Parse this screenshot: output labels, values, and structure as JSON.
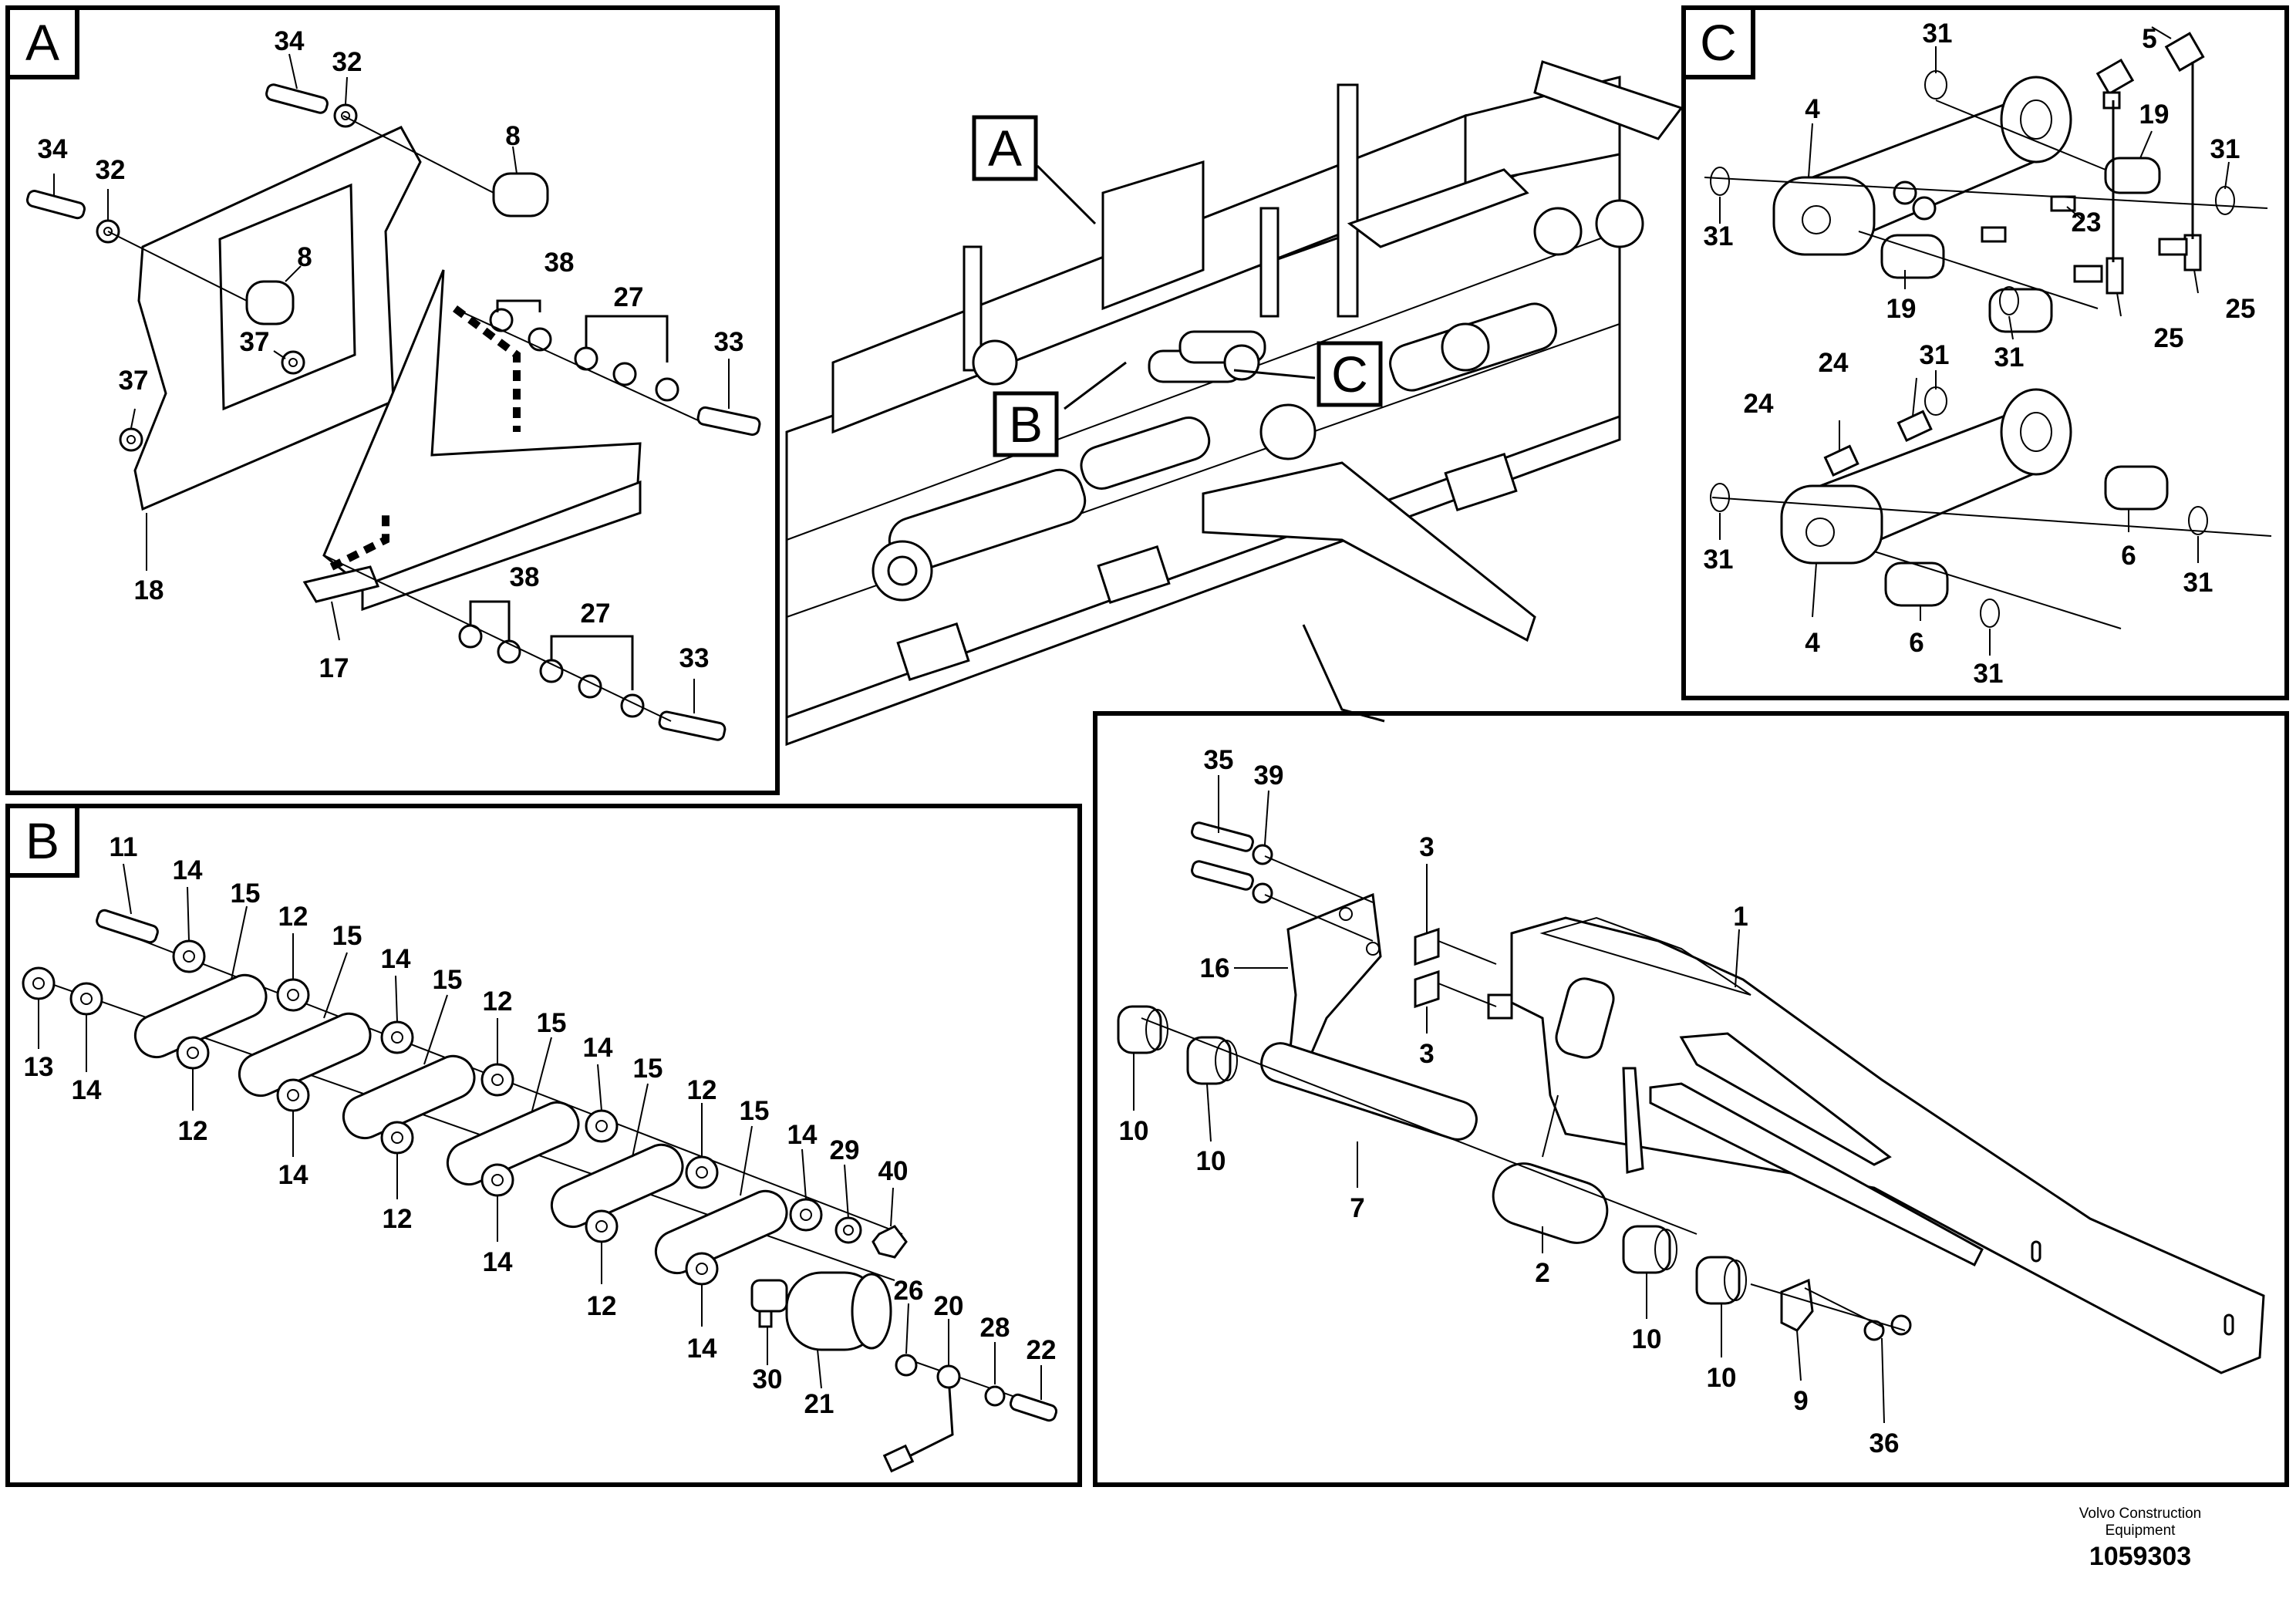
{
  "panels": {
    "A": {
      "letter": "A",
      "labels": [
        "34",
        "32",
        "8",
        "34",
        "32",
        "8",
        "38",
        "27",
        "33",
        "37",
        "37",
        "18",
        "38",
        "27",
        "17",
        "33"
      ]
    },
    "B": {
      "letter": "B",
      "labels": [
        "11",
        "14",
        "15",
        "12",
        "15",
        "14",
        "15",
        "12",
        "15",
        "14",
        "15",
        "12",
        "15",
        "14",
        "29",
        "40",
        "13",
        "14",
        "12",
        "14",
        "12",
        "14",
        "12",
        "14",
        "26",
        "20",
        "28",
        "22",
        "30",
        "21"
      ]
    },
    "C": {
      "letter": "C",
      "labels": [
        "31",
        "5",
        "4",
        "19",
        "31",
        "31",
        "23",
        "19",
        "31",
        "25",
        "25",
        "24",
        "31",
        "24",
        "31",
        "6",
        "31",
        "4",
        "6",
        "31"
      ]
    },
    "D": {
      "labels": [
        "35",
        "39",
        "3",
        "1",
        "16",
        "3",
        "10",
        "10",
        "7",
        "2",
        "10",
        "10",
        "9",
        "36"
      ]
    },
    "overview_callouts": [
      "A",
      "B",
      "C"
    ]
  },
  "footer": {
    "line1": "Volvo Construction",
    "line2": "Equipment",
    "number": "1059303"
  }
}
